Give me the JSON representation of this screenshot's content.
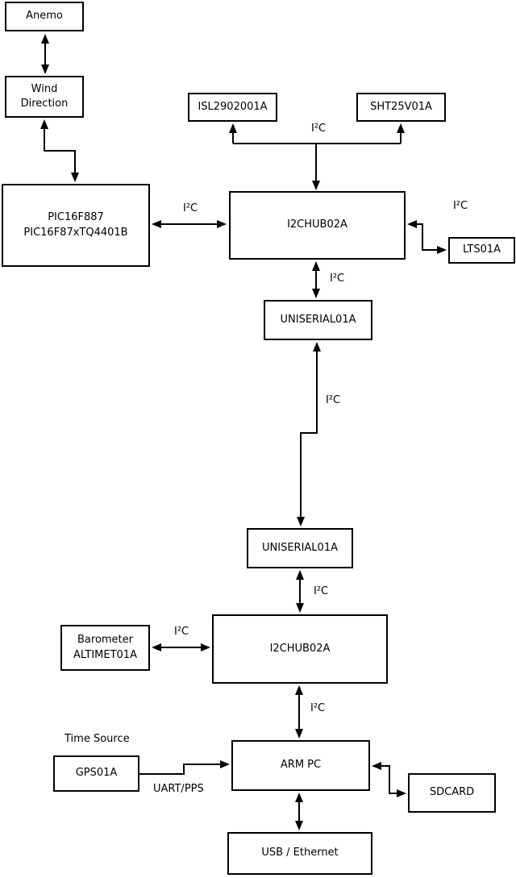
{
  "nodes": {
    "anemo": {
      "label": "Anemo"
    },
    "wind_direction": {
      "line1": "Wind",
      "line2": "Direction"
    },
    "pic": {
      "line1": "PIC16F887",
      "line2": "PIC16F87xTQ4401B"
    },
    "isl": {
      "label": "ISL2902001A"
    },
    "sht": {
      "label": "SHT25V01A"
    },
    "i2chub_upper": {
      "label": "I2CHUB02A"
    },
    "lts": {
      "label": "LTS01A"
    },
    "uniserial_upper": {
      "label": "UNISERIAL01A"
    },
    "uniserial_lower": {
      "label": "UNISERIAL01A"
    },
    "barometer": {
      "line1": "Barometer",
      "line2": "ALTIMET01A"
    },
    "i2chub_lower": {
      "label": "I2CHUB02A"
    },
    "gps": {
      "label": "GPS01A"
    },
    "arm_pc": {
      "label": "ARM PC"
    },
    "sdcard": {
      "label": "SDCARD"
    },
    "usb_ethernet": {
      "label": "USB / Ethernet"
    }
  },
  "labels": {
    "i2c_bus_top": "I²C",
    "i2c_pic_hub": "I²C",
    "i2c_hub_lts": "I²C",
    "i2c_hub_uniserial": "I²C",
    "i2c_uniserial_link": "I²C",
    "i2c_uniserial_hub": "I²C",
    "i2c_barometer_hub": "I²C",
    "i2c_hub_armpc": "I²C",
    "time_source": "Time Source",
    "uart_pps": "UART/PPS"
  },
  "colors": {
    "stroke": "#000000",
    "box_fill": "#ffffff",
    "text": "#000000",
    "background": "#ffffff"
  }
}
